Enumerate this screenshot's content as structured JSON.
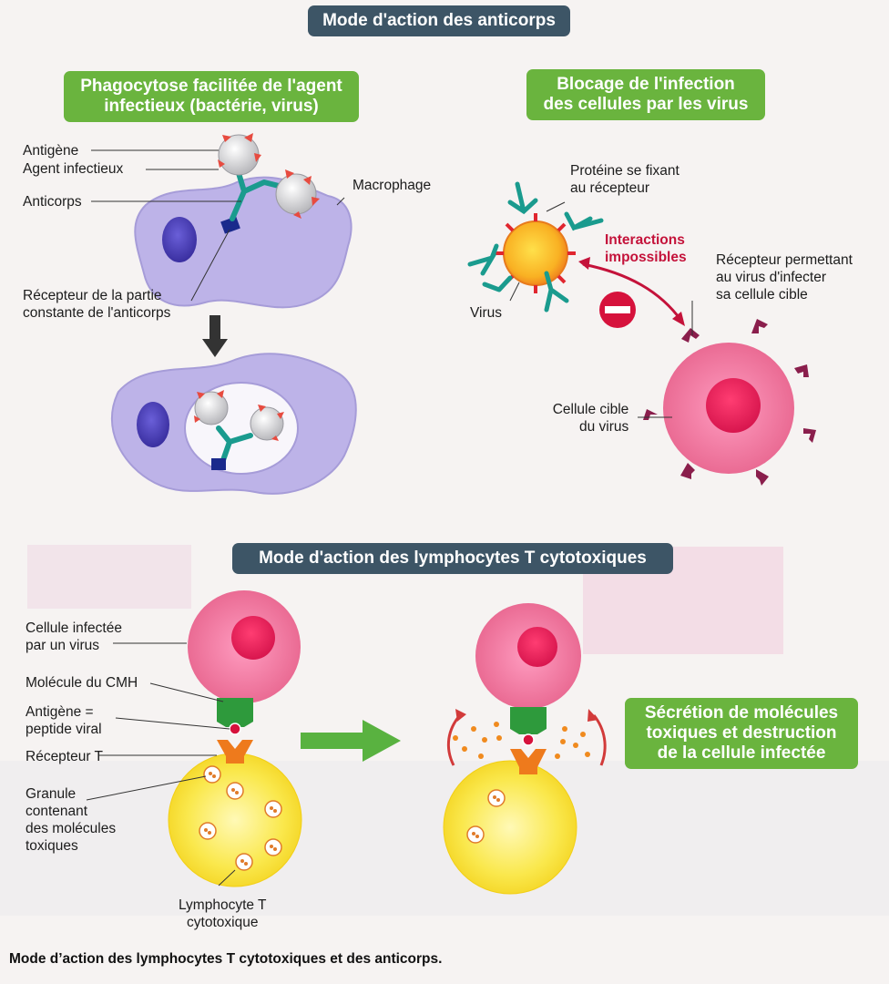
{
  "titles": {
    "antibodies": "Mode d'action des anticorps",
    "tcells": "Mode d'action des lymphocytes T cytotoxiques"
  },
  "boxes": {
    "phago_line1": "Phagocytose facilitée de l'agent",
    "phago_line2": "infectieux (bactérie, virus)",
    "block_line1": "Blocage de l'infection",
    "block_line2": "des cellules par les virus",
    "secretion_line1": "Sécrétion de molécules",
    "secretion_line2": "toxiques et destruction",
    "secretion_line3": "de la cellule infectée"
  },
  "labels": {
    "antigene": "Antigène",
    "agent": "Agent infectieux",
    "anticorps": "Anticorps",
    "macrophage": "Macrophage",
    "recepteur1": "Récepteur de la partie",
    "recepteur2": "constante de l'anticorps",
    "proteine1": "Protéine se fixant",
    "proteine2": "au récepteur",
    "interactions1": "Interactions",
    "interactions2": "impossibles",
    "virus": "Virus",
    "recepteur_virus1": "Récepteur permettant",
    "recepteur_virus2": "au virus d'infecter",
    "recepteur_virus3": "sa cellule cible",
    "cible1": "Cellule cible",
    "cible2": "du virus",
    "infectee1": "Cellule infectée",
    "infectee2": "par un virus",
    "cmh": "Molécule du CMH",
    "antigene_pep1": "Antigène =",
    "antigene_pep2": "peptide viral",
    "recepteur_t": "Récepteur T",
    "granule1": "Granule",
    "granule2": "contenant",
    "granule3": "des molécules",
    "granule4": "toxiques",
    "lympho1": "Lymphocyte T",
    "lympho2": "cytotoxique"
  },
  "caption": "Mode d’action des lymphocytes T cytotoxiques et des anticorps.",
  "colors": {
    "dark_banner": "#3d5566",
    "green_banner": "#6ab43e",
    "macrophage": "#b9b0e6",
    "target_cell": "#ee6f9a",
    "lymphocyte": "#f7e034",
    "red_text": "#c4123a"
  }
}
